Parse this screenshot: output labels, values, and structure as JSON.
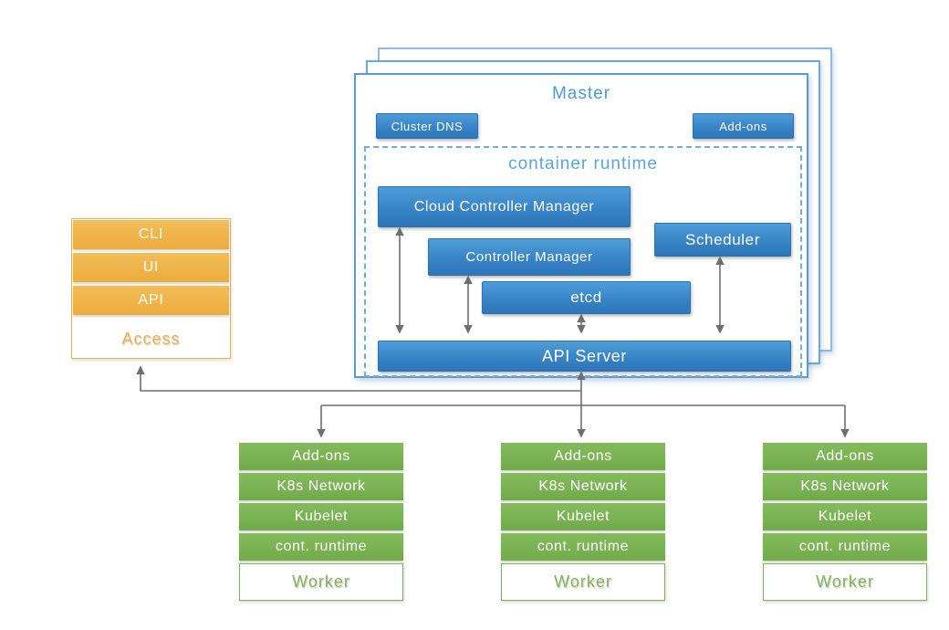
{
  "colors": {
    "node_blue": "#3781c4",
    "title_light_blue": "#55a2d8",
    "master_border_blue": "#5b9bd1",
    "access_orange": "#efb44a",
    "worker_green": "#7ab254",
    "arrow_gray": "#6e6e6e"
  },
  "access": {
    "rows": [
      "CLI",
      "UI",
      "API"
    ],
    "label": "Access"
  },
  "master": {
    "title": "Master",
    "badges": {
      "cluster_dns": "Cluster DNS",
      "addons": "Add-ons"
    },
    "container_runtime": {
      "title": "container runtime",
      "cloud_controller_manager": "Cloud Controller Manager",
      "controller_manager": "Controller Manager",
      "scheduler": "Scheduler",
      "etcd": "etcd",
      "api_server": "API Server"
    }
  },
  "workers": [
    {
      "rows": [
        "Add-ons",
        "K8s Network",
        "Kubelet",
        "cont. runtime"
      ],
      "label": "Worker"
    },
    {
      "rows": [
        "Add-ons",
        "K8s Network",
        "Kubelet",
        "cont. runtime"
      ],
      "label": "Worker"
    },
    {
      "rows": [
        "Add-ons",
        "K8s Network",
        "Kubelet",
        "cont. runtime"
      ],
      "label": "Worker"
    }
  ],
  "connections": [
    {
      "from": "cloud-controller-manager",
      "to": "api-server",
      "type": "bidirectional"
    },
    {
      "from": "controller-manager",
      "to": "api-server",
      "type": "bidirectional"
    },
    {
      "from": "etcd",
      "to": "api-server",
      "type": "bidirectional"
    },
    {
      "from": "scheduler",
      "to": "api-server",
      "type": "bidirectional"
    },
    {
      "from": "api-server",
      "to": "access",
      "type": "arrow"
    },
    {
      "from": "api-server",
      "to": "worker-1",
      "type": "arrow"
    },
    {
      "from": "api-server",
      "to": "worker-2",
      "type": "arrow"
    },
    {
      "from": "api-server",
      "to": "worker-3",
      "type": "arrow"
    }
  ]
}
